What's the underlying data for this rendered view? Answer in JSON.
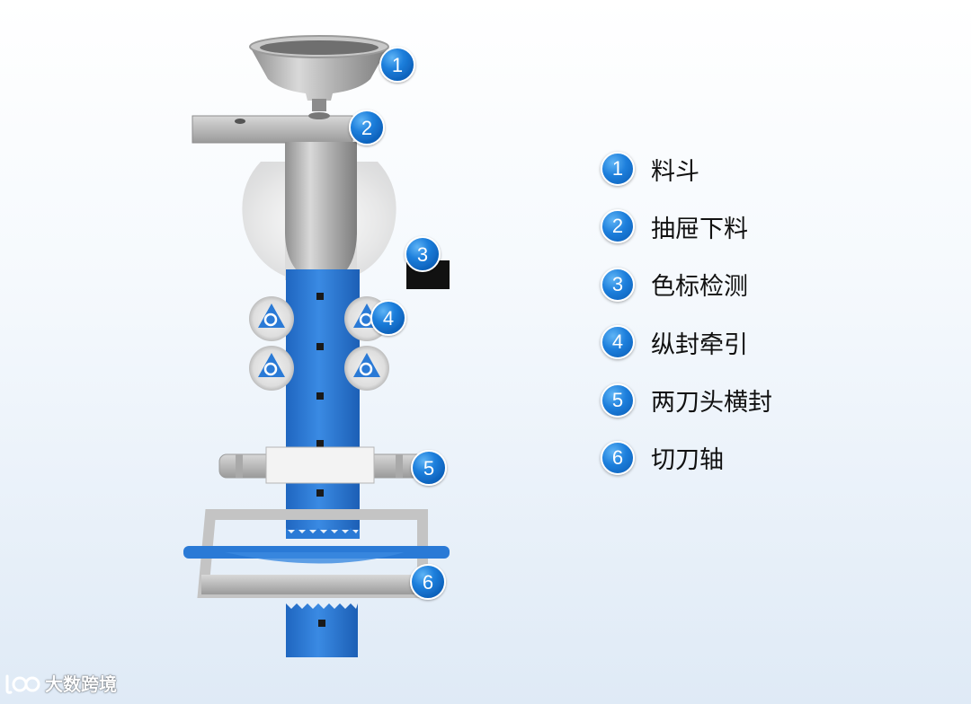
{
  "callouts": [
    {
      "number": "1"
    },
    {
      "number": "2"
    },
    {
      "number": "3"
    },
    {
      "number": "4"
    },
    {
      "number": "5"
    },
    {
      "number": "6"
    }
  ],
  "legend": [
    {
      "number": "1",
      "label": "料斗"
    },
    {
      "number": "2",
      "label": "抽屉下料"
    },
    {
      "number": "3",
      "label": "色标检测"
    },
    {
      "number": "4",
      "label": "纵封牵引"
    },
    {
      "number": "5",
      "label": "两刀头横封"
    },
    {
      "number": "6",
      "label": "切刀轴"
    }
  ],
  "watermark": {
    "text": "大数跨境"
  },
  "colors": {
    "film_blue": "#2a7ad6",
    "badge_blue": "#1d7fdc",
    "steel": "#b9b9b9",
    "sensor_black": "#111111"
  }
}
